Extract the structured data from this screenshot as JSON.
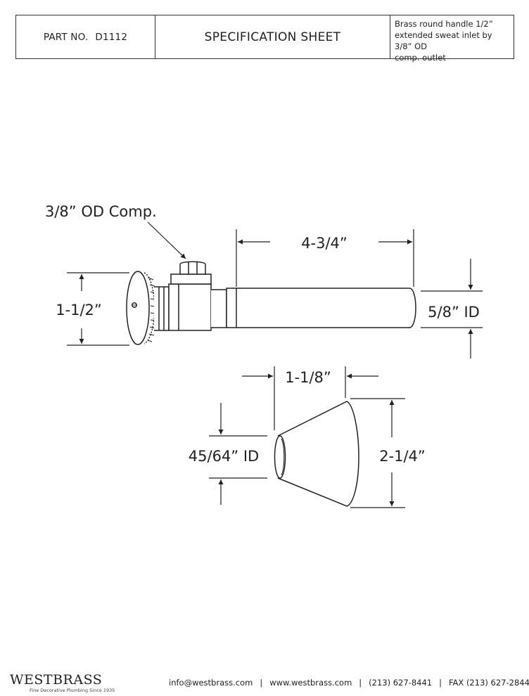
{
  "header": {
    "part_label": "PART NO.",
    "part_number": "D1112",
    "title": "SPECIFICATION SHEET",
    "description_lines": [
      "Brass round handle 1/2”",
      "extended sweat inlet by 3/8” OD",
      "comp. outlet"
    ]
  },
  "drawing": {
    "valve_labels": {
      "outlet": "3/8” OD Comp.",
      "tube_length": "4-3/4”",
      "handle_diameter": "1-1/2”",
      "tube_id": "5/8” ID"
    },
    "flange_labels": {
      "depth": "1-1/8”",
      "inner_diameter": "45/64” ID",
      "outer_diameter": "2-1/4”"
    }
  },
  "footer": {
    "brand": "WESTBRASS",
    "tagline": "Fine Decorative Plumbing Since 1935",
    "email": "info@westbrass.com",
    "website": "www.westbrass.com",
    "phone": "(213) 627-8441",
    "fax": "FAX (213) 627-2844"
  }
}
